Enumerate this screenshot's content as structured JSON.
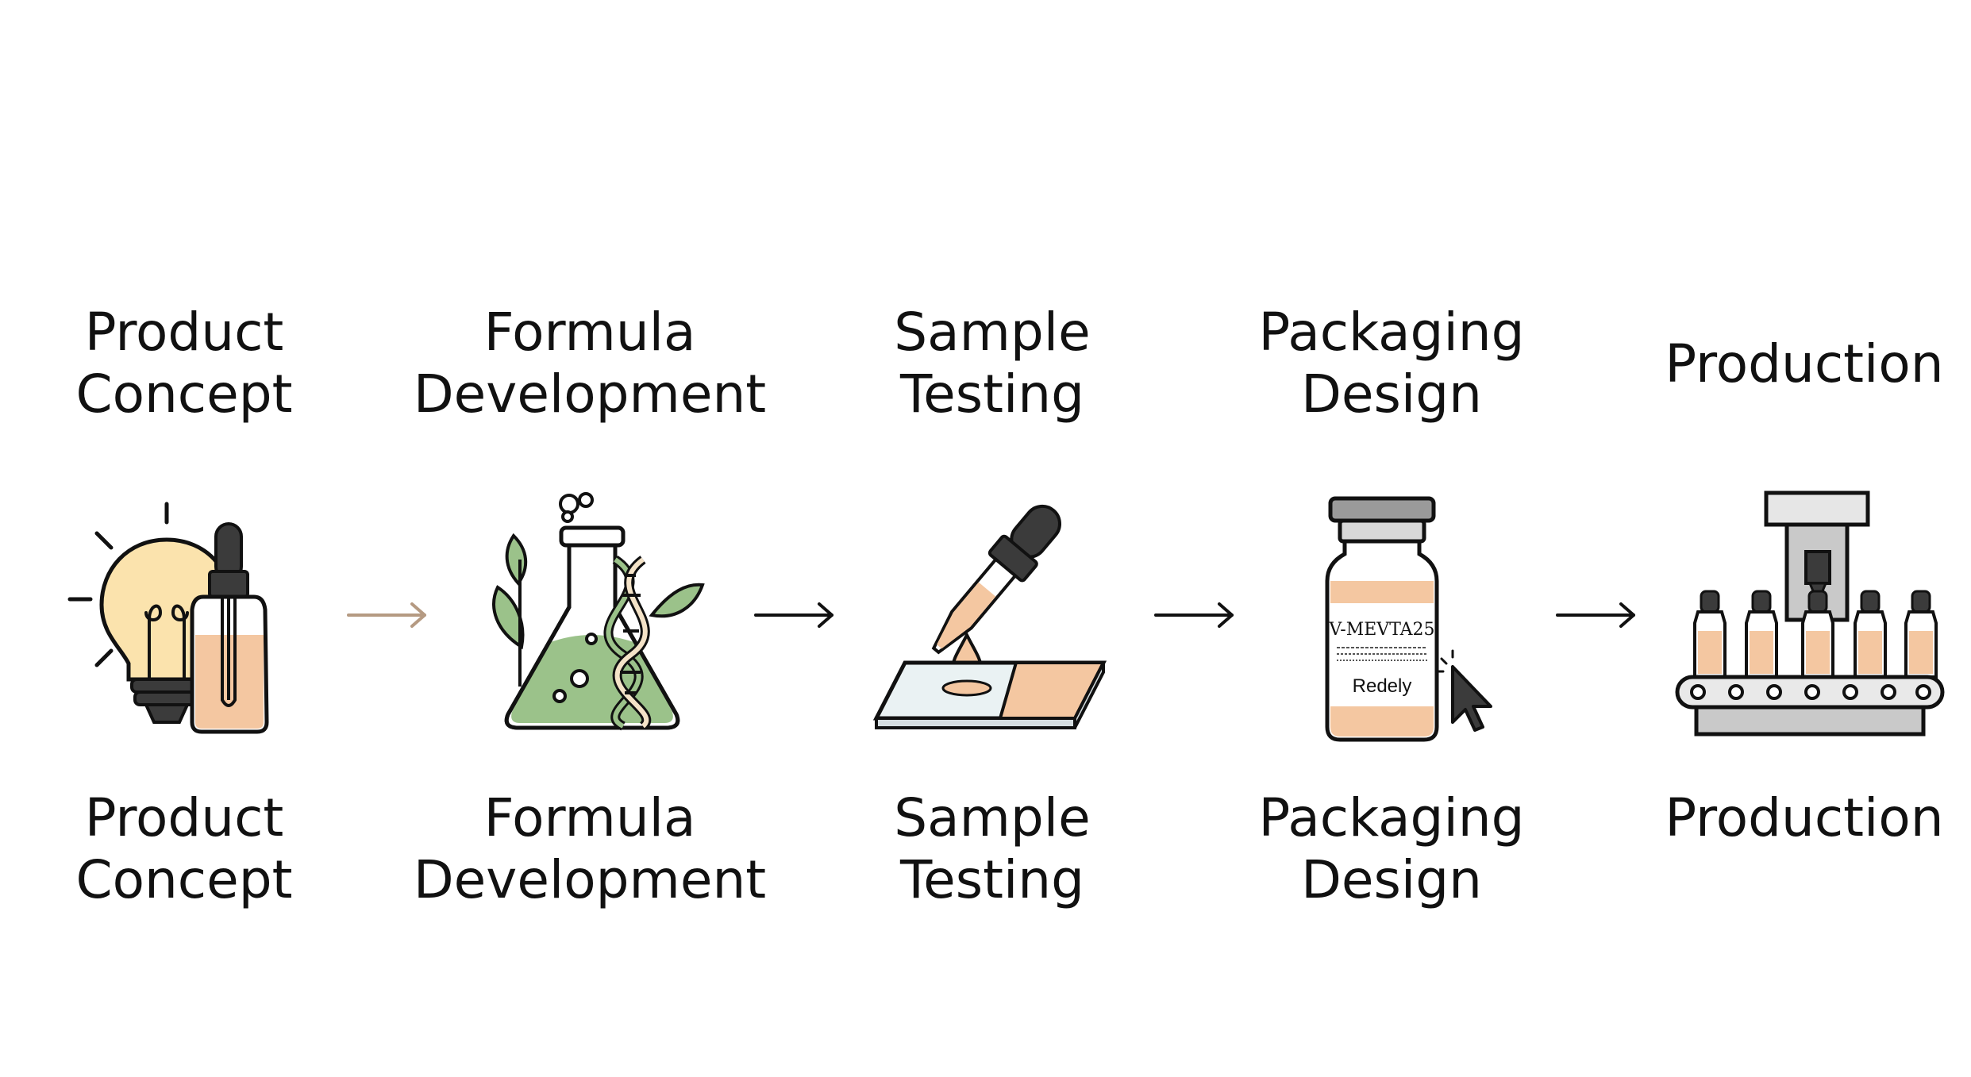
{
  "steps": [
    {
      "top_lines": [
        "Product",
        "Concept"
      ],
      "bottom_lines": [
        "Product",
        "Concept"
      ],
      "icon": "lightbulb-dropper-icon"
    },
    {
      "top_lines": [
        "Formula",
        "Development"
      ],
      "bottom_lines": [
        "Formula",
        "Development"
      ],
      "icon": "flask-dna-icon"
    },
    {
      "top_lines": [
        "Sample",
        "Testing"
      ],
      "bottom_lines": [
        "Sample",
        "Testing"
      ],
      "icon": "dropper-slide-icon"
    },
    {
      "top_lines": [
        "Packaging",
        "Design"
      ],
      "bottom_lines": [
        "Packaging",
        "Design"
      ],
      "icon": "vial-cursor-icon"
    },
    {
      "top_lines": [
        "Production"
      ],
      "bottom_lines": [
        "Production"
      ],
      "icon": "bottling-line-icon"
    }
  ],
  "vial_label": {
    "line1": "V-MEVTA25",
    "line2": "Redely"
  },
  "colors": {
    "peach": "#f4c7a1",
    "bulb": "#fbe3ad",
    "green": "#9bc28a",
    "dark": "#3b3b3b",
    "grey": "#c9c9c9",
    "first_arrow": "#b59a82",
    "arrow": "#111111"
  }
}
